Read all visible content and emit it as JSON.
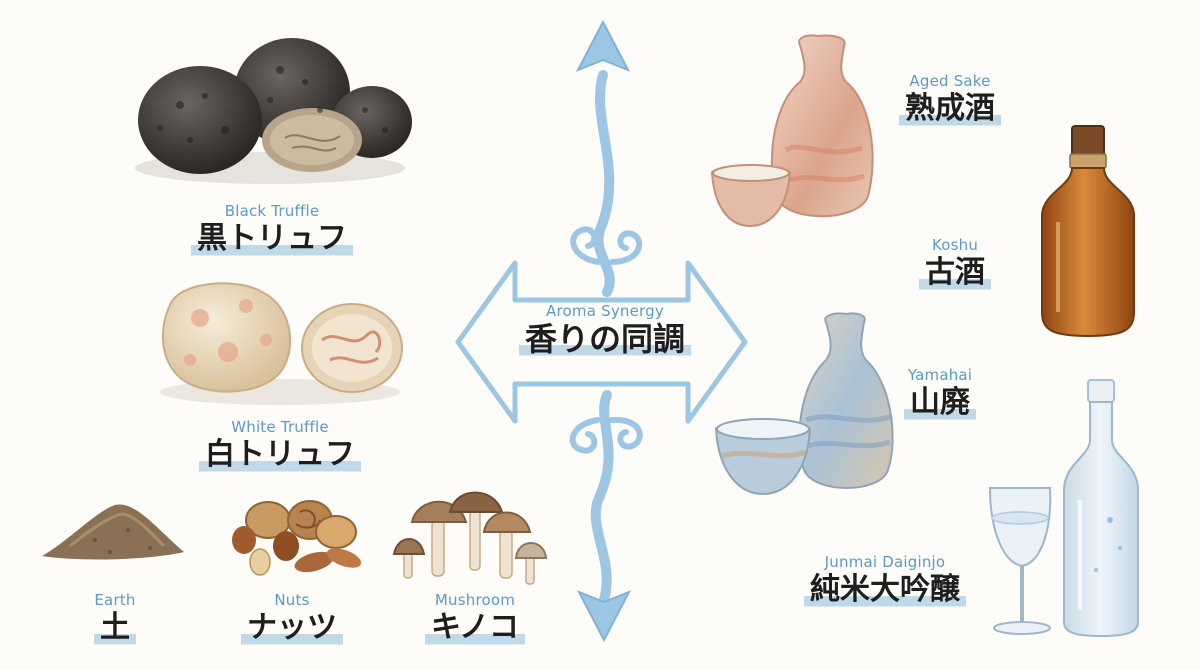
{
  "center": {
    "en": "Aroma Synergy",
    "ja": "香りの同調"
  },
  "left_items": [
    {
      "id": "black-truffle",
      "en": "Black Truffle",
      "ja": "黒トリュフ"
    },
    {
      "id": "white-truffle",
      "en": "White Truffle",
      "ja": "白トリュフ"
    },
    {
      "id": "earth",
      "en": "Earth",
      "ja": "土"
    },
    {
      "id": "nuts",
      "en": "Nuts",
      "ja": "ナッツ"
    },
    {
      "id": "mushroom",
      "en": "Mushroom",
      "ja": "キノコ"
    }
  ],
  "right_items": [
    {
      "id": "aged-sake",
      "en": "Aged Sake",
      "ja": "熟成酒"
    },
    {
      "id": "koshu",
      "en": "Koshu",
      "ja": "古酒"
    },
    {
      "id": "yamahai",
      "en": "Yamahai",
      "ja": "山廃"
    },
    {
      "id": "junmai-daiginjo",
      "en": "Junmai Daiginjo",
      "ja": "純米大吟醸"
    }
  ],
  "colors": {
    "arrow": "#9cc6e4",
    "arrow_stroke": "#7fb2d8",
    "label_en": "#5a9bbf",
    "label_ja": "#1e1e1e",
    "highlight": "#accde4",
    "black_truffle": "#3a3733",
    "white_truffle": "#ead9c0",
    "earth": "#8a7054",
    "nuts": "#b8834e",
    "mushroom": "#a57f5c",
    "ceramic_pink": "#dfb19c",
    "ceramic_blue": "#a9c2d8",
    "amber": "#b8651d",
    "glass": "#dde9f2"
  },
  "icons": [
    "black-truffle-illustration",
    "white-truffle-illustration",
    "earth-pile-illustration",
    "nuts-illustration",
    "mushroom-illustration",
    "aged-sake-tokkuri-illustration",
    "koshu-bottle-illustration",
    "yamahai-tokkuri-illustration",
    "daiginjo-bottle-glass-illustration"
  ]
}
